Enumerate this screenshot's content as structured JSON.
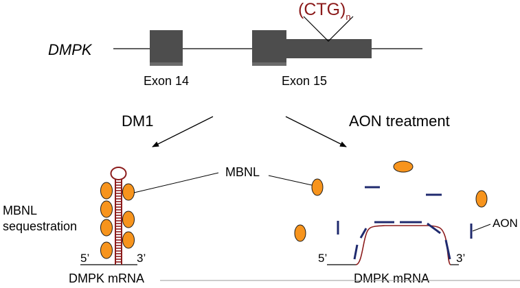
{
  "gene": {
    "name": "DMPK",
    "exon14": "Exon 14",
    "exon15": "Exon 15",
    "repeat": {
      "base": "(CTG)",
      "subscript": "n"
    }
  },
  "branches": {
    "left": "DM1",
    "right": "AON treatment"
  },
  "labels": {
    "mbnl": "MBNL",
    "sequestration_line1": "MBNL",
    "sequestration_line2": "sequestration",
    "aon": "AON",
    "five_prime_left": "5’",
    "three_prime_left": "3’",
    "five_prime_right": "5’",
    "three_prime_right": "3’",
    "mrna_left": "DMPK mRNA",
    "mrna_right": "DMPK mRNA"
  },
  "colors": {
    "exon": "#4d4d4d",
    "repeat": "#8b1a1a",
    "mbnl_fill": "#f7941d",
    "mbnl_stroke": "#1a1a1a",
    "aon": "#1f2a6e",
    "mrna": "#8b1a1a"
  }
}
